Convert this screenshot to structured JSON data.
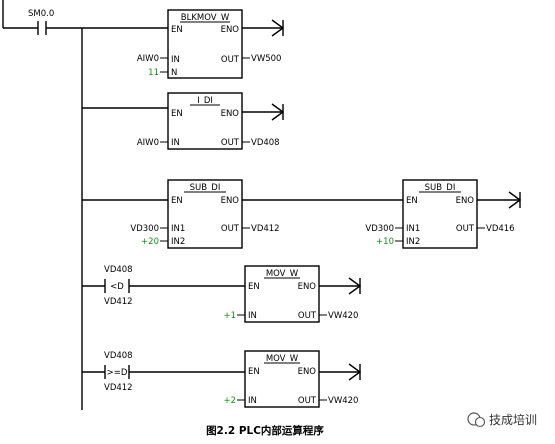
{
  "contact_sm": "SM0.0",
  "blocks": {
    "blkmov": {
      "title": "BLKMOV_W",
      "en": "EN",
      "eno": "ENO",
      "in": "IN",
      "n": "N",
      "out": "OUT",
      "in_val": "AIW0",
      "n_val": "11",
      "out_val": "VW500"
    },
    "idi": {
      "title": "I_DI",
      "en": "EN",
      "eno": "ENO",
      "in": "IN",
      "out": "OUT",
      "in_val": "AIW0",
      "out_val": "VD408"
    },
    "subdi1": {
      "title": "SUB_DI",
      "en": "EN",
      "eno": "ENO",
      "in1": "IN1",
      "in2": "IN2",
      "out": "OUT",
      "in1_val": "VD300",
      "in2_val": "+20",
      "out_val": "VD412"
    },
    "subdi2": {
      "title": "SUB_DI",
      "en": "EN",
      "eno": "ENO",
      "in1": "IN1",
      "in2": "IN2",
      "out": "OUT",
      "in1_val": "VD300",
      "in2_val": "+10",
      "out_val": "VD416"
    },
    "mov1": {
      "title": "MOV_W",
      "en": "EN",
      "eno": "ENO",
      "in": "IN",
      "out": "OUT",
      "in_val": "+1",
      "out_val": "VW420"
    },
    "mov2": {
      "title": "MOV_W",
      "en": "EN",
      "eno": "ENO",
      "in": "IN",
      "out": "OUT",
      "in_val": "+2",
      "out_val": "VW420"
    }
  },
  "compare1": {
    "top": "VD408",
    "op": "<D",
    "bottom": "VD412"
  },
  "compare2": {
    "top": "VD408",
    "op": ">=D",
    "bottom": "VD412"
  },
  "caption": "图2.2 PLC内部运算程序",
  "watermark": "技成培训",
  "colors": {
    "line": "#000000",
    "constant": "#1a8a1a"
  }
}
